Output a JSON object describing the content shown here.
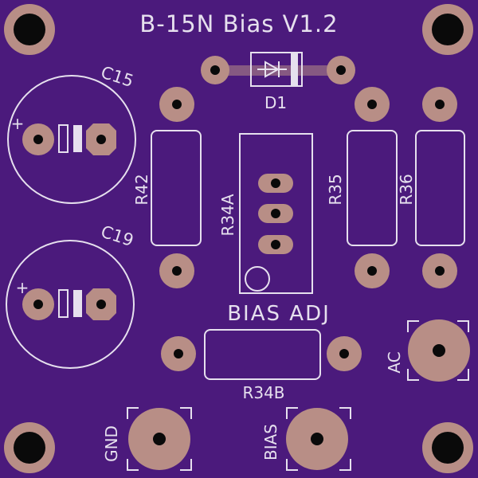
{
  "board": {
    "title": "B-15N Bias V1.2",
    "colors": {
      "board": "#4b1a7c",
      "silkscreen": "#e6e0ee",
      "pad": "#b88e86",
      "hole": "#0a0a0a"
    }
  },
  "components": {
    "d1": "D1",
    "c15": "C15",
    "c19": "C19",
    "r42": "R42",
    "r34a": "R34A",
    "r35": "R35",
    "r36": "R36",
    "r34b": "R34B"
  },
  "silkscreen": {
    "bias_adj": "BIAS ADJ",
    "gnd": "GND",
    "bias": "BIAS",
    "ac": "AC",
    "plus": "+"
  }
}
